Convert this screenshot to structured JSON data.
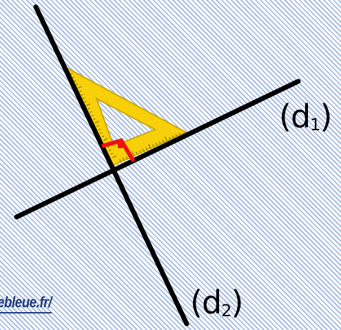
{
  "labels": {
    "d1": {
      "main": "(d",
      "sub": "1",
      "close": ")"
    },
    "d2": {
      "main": "(d",
      "sub": "2",
      "close": ")"
    }
  },
  "watermark": "ebleue.fr/",
  "colors": {
    "line": "#000000",
    "set_square_fill": "#f8d00a",
    "set_square_edge": "#c9a800",
    "right_angle_mark": "#ee1111",
    "hatch": "#a9bde3",
    "watermark": "#1f3a7a"
  }
}
